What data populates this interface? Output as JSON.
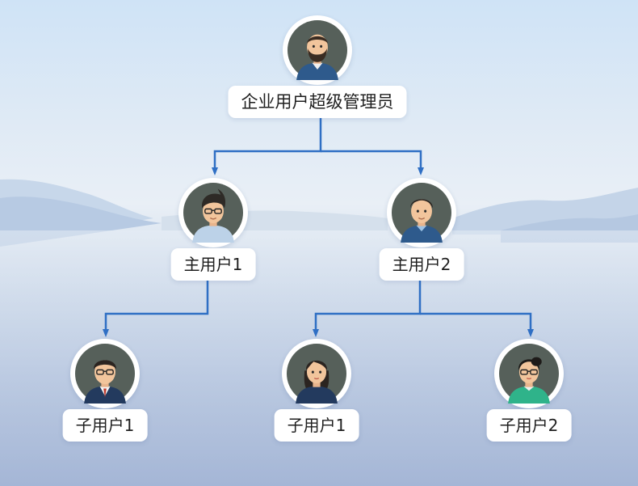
{
  "colors": {
    "connector": "#2f6fc4",
    "avatar_bg": "#56605a",
    "label_bg": "#ffffff"
  },
  "nodes": {
    "root": {
      "label": "企业用户超级管理员",
      "icon": "man-beard-avatar-icon"
    },
    "main1": {
      "label": "主用户1",
      "icon": "man-glasses-avatar-icon"
    },
    "main2": {
      "label": "主用户2",
      "icon": "man-avatar-icon"
    },
    "sub1": {
      "label": "子用户1",
      "icon": "man-glasses-suit-avatar-icon"
    },
    "sub2": {
      "label": "子用户1",
      "icon": "woman-avatar-icon"
    },
    "sub3": {
      "label": "子用户2",
      "icon": "woman-glasses-avatar-icon"
    }
  }
}
